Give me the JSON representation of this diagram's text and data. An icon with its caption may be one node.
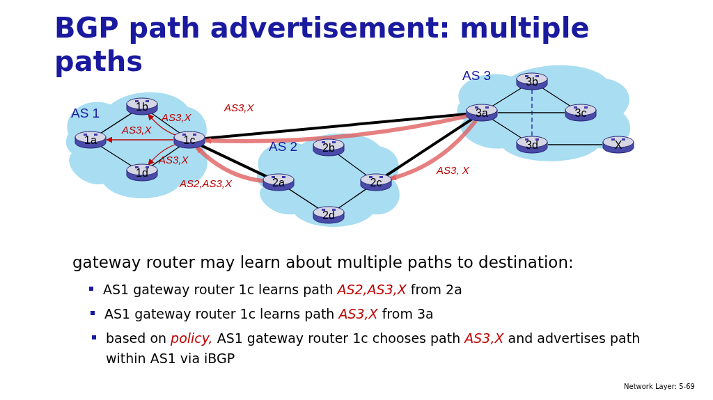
{
  "diagram": {
    "title": "BGP path advertisement: multiple paths",
    "nodes": [
      {
        "text": [
          "AS 1"
        ]
      },
      {
        "text": [
          "1a"
        ],
        "in": 0
      },
      {
        "text": [
          "1b"
        ],
        "in": 0
      },
      {
        "text": [
          "1c"
        ],
        "in": 0
      },
      {
        "text": [
          "1d"
        ],
        "in": 0
      },
      {
        "text": [
          "AS 2"
        ]
      },
      {
        "text": [
          "2a"
        ],
        "in": 5
      },
      {
        "text": [
          "2b"
        ],
        "in": 5
      },
      {
        "text": [
          "2c"
        ],
        "in": 5
      },
      {
        "text": [
          "2d"
        ],
        "in": 5
      },
      {
        "text": [
          "AS 3"
        ]
      },
      {
        "text": [
          "3a"
        ],
        "in": 10
      },
      {
        "text": [
          "3b"
        ],
        "in": 10
      },
      {
        "text": [
          "3c"
        ],
        "in": 10
      },
      {
        "text": [
          "3d"
        ],
        "in": 10
      },
      {
        "text": [
          "X"
        ],
        "in": 10
      }
    ],
    "edges": [
      {
        "from": 1,
        "to": 2,
        "arrow": "none"
      },
      {
        "from": 1,
        "to": 4,
        "arrow": "none"
      },
      {
        "from": 2,
        "to": 3,
        "arrow": "none"
      },
      {
        "from": 4,
        "to": 3,
        "arrow": "none"
      },
      {
        "from": 3,
        "to": 11,
        "arrow": "none",
        "style": "thick"
      },
      {
        "from": 3,
        "to": 6,
        "arrow": "none",
        "style": "thick"
      },
      {
        "from": 6,
        "to": 9,
        "arrow": "none"
      },
      {
        "from": 7,
        "to": 8,
        "arrow": "none"
      },
      {
        "from": 9,
        "to": 8,
        "arrow": "none"
      },
      {
        "from": 8,
        "to": 11,
        "arrow": "none",
        "style": "thick"
      },
      {
        "from": 11,
        "to": 12,
        "arrow": "none"
      },
      {
        "from": 11,
        "to": 13,
        "arrow": "none"
      },
      {
        "from": 11,
        "to": 14,
        "arrow": "none"
      },
      {
        "from": 12,
        "to": 13,
        "arrow": "none"
      },
      {
        "from": 12,
        "to": 14,
        "arrow": "none",
        "style": "dashed",
        "color": "#1a1aa0"
      },
      {
        "from": 14,
        "to": 15,
        "arrow": "none"
      },
      {
        "from": 3,
        "to": 2,
        "arrow": "to",
        "label": "AS3,X",
        "color": "#c00000"
      },
      {
        "from": 3,
        "to": 1,
        "arrow": "to",
        "label": "AS3,X",
        "color": "#c00000"
      },
      {
        "from": 3,
        "to": 4,
        "arrow": "to",
        "label": "AS3,X",
        "color": "#c00000"
      },
      {
        "from": 11,
        "to": 3,
        "arrow": "to",
        "label": "AS3,X",
        "style": "thick",
        "color": "#e06060"
      },
      {
        "from": 6,
        "to": 3,
        "arrow": "to",
        "label": "AS2,AS3,X",
        "style": "thick",
        "color": "#e06060"
      },
      {
        "from": 11,
        "to": 8,
        "arrow": "to",
        "label": "AS3, X",
        "style": "thick",
        "color": "#e06060"
      }
    ],
    "labels": [
      "gateway router may learn about multiple paths to destination:",
      "AS1 gateway router 1c learns path *AS2,AS3,X* from 2a",
      "AS1 gateway router 1c learns path *AS3,X* from 3a",
      "based on *policy,* AS1 gateway router 1c chooses path *AS3,X* and advertises path within AS1 via iBGP",
      "Network Layer: 5-69"
    ]
  }
}
